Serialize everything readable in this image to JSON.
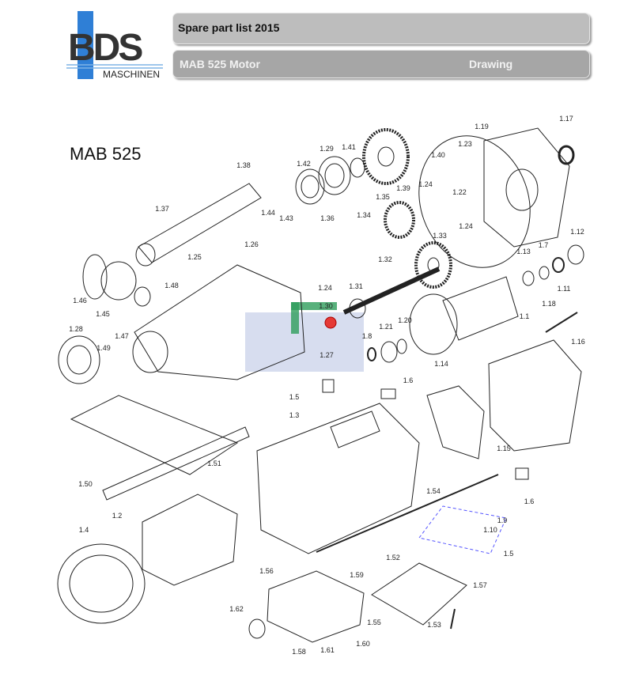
{
  "header": {
    "logo_text": "BDS MASCHINEN",
    "title": "Spare part list 2015",
    "subtitle": "MAB 525  Motor",
    "section": "Drawing"
  },
  "diagram": {
    "model": "MAB 525",
    "labels": [
      "1.38",
      "1.42",
      "1.29",
      "1.41",
      "1.39",
      "1.40",
      "1.23",
      "1.19",
      "1.17",
      "1.37",
      "1.44",
      "1.43",
      "1.36",
      "1.34",
      "1.35",
      "1.24",
      "1.22",
      "1.24",
      "1.33",
      "1.26",
      "1.25",
      "1.46",
      "1.45",
      "1.48",
      "1.47",
      "1.24",
      "1.32",
      "1.31",
      "1.30",
      "1.21",
      "1.20",
      "1.8",
      "1.27",
      "1.1",
      "1.13",
      "1.7",
      "1.12",
      "1.11",
      "1.18",
      "1.16",
      "1.28",
      "1.49",
      "1.14",
      "1.6",
      "1.5",
      "1.3",
      "1.15",
      "1.51",
      "1.50",
      "1.54",
      "1.6",
      "1.9",
      "1.10",
      "1.5",
      "1.2",
      "1.4",
      "1.52",
      "1.56",
      "1.59",
      "1.57",
      "1.62",
      "1.55",
      "1.53",
      "1.58",
      "1.61",
      "1.60"
    ],
    "highlight_color": "#e53935",
    "marker_color": "#2e9e5b"
  }
}
